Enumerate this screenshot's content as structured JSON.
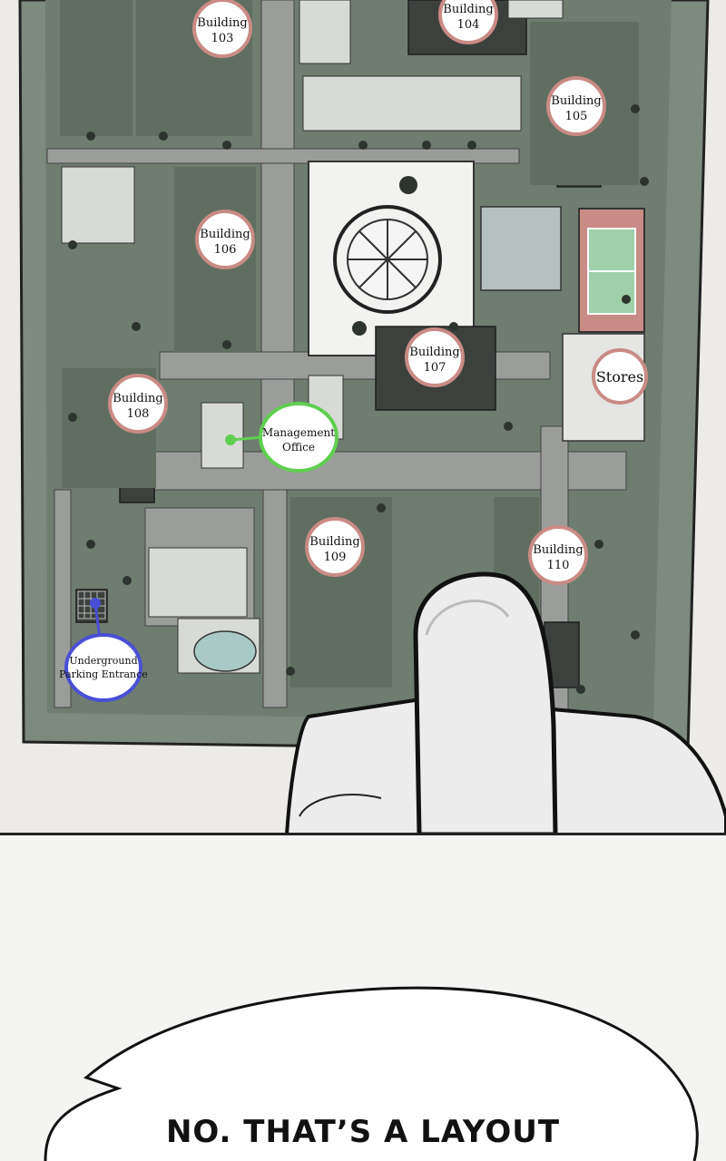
{
  "map": {
    "pins": [
      {
        "id": "building-103",
        "title": "Building",
        "number": "103",
        "ring": "#c98b86"
      },
      {
        "id": "building-104",
        "title": "Building",
        "number": "104",
        "ring": "#c98b86"
      },
      {
        "id": "building-105",
        "title": "Building",
        "number": "105",
        "ring": "#c98b86"
      },
      {
        "id": "building-106",
        "title": "Building",
        "number": "106",
        "ring": "#c98b86"
      },
      {
        "id": "building-107",
        "title": "Building",
        "number": "107",
        "ring": "#c98b86"
      },
      {
        "id": "building-108",
        "title": "Building",
        "number": "108",
        "ring": "#c98b86"
      },
      {
        "id": "building-109",
        "title": "Building",
        "number": "109",
        "ring": "#c98b86"
      },
      {
        "id": "building-110",
        "title": "Building",
        "number": "110",
        "ring": "#c98b86"
      }
    ],
    "stores": {
      "label": "Stores",
      "ring": "#c98b86"
    },
    "management": {
      "line1": "Management",
      "line2": "Office",
      "ring": "#5fcf4f"
    },
    "parking": {
      "line1": "Underground",
      "line2": "Parking Entrance",
      "ring": "#4a4fd6"
    }
  },
  "speech_bubble": {
    "text": "NO. THAT’S A LAYOUT"
  }
}
